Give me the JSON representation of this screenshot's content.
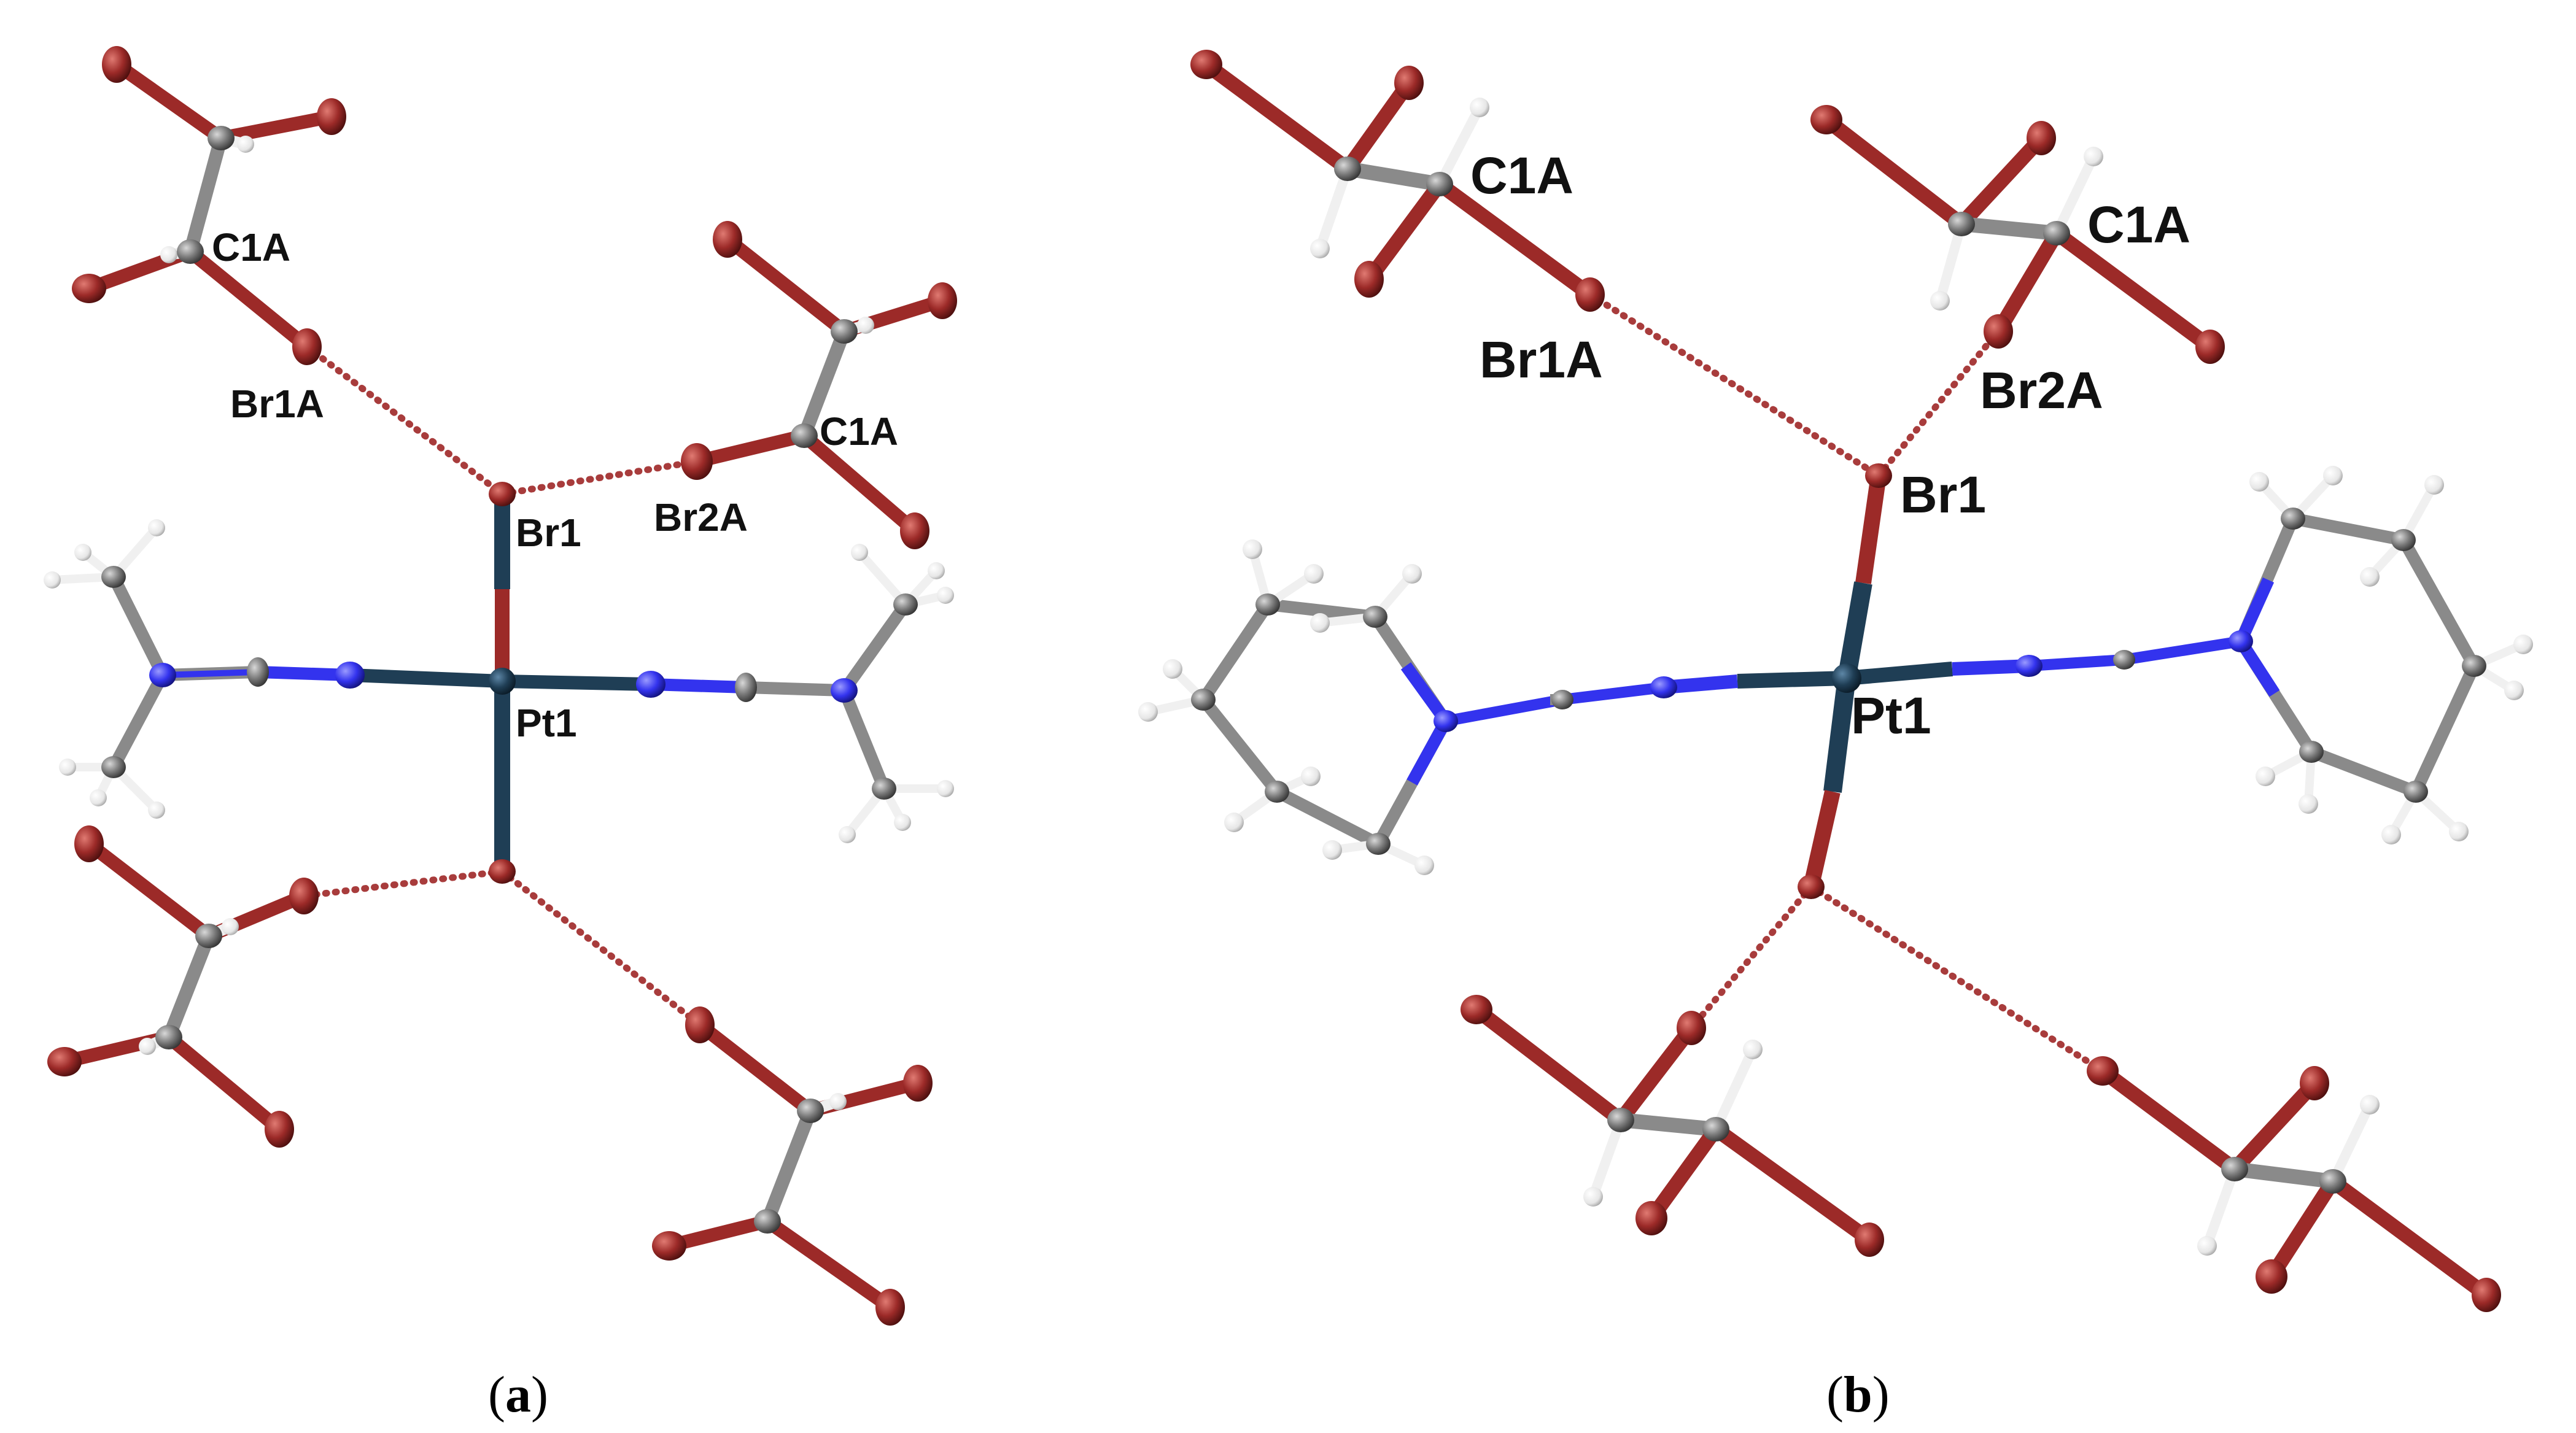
{
  "panels": [
    {
      "id": "a",
      "caption_letter": "a",
      "labels": {
        "c1a_top": "C1A",
        "br1a": "Br1A",
        "c1a_right": "C1A",
        "br1": "Br1",
        "br2a": "Br2A",
        "pt1": "Pt1"
      }
    },
    {
      "id": "b",
      "caption_letter": "b",
      "labels": {
        "c1a_left": "C1A",
        "c1a_right": "C1A",
        "br1a": "Br1A",
        "br2a": "Br2A",
        "br1": "Br1",
        "pt1": "Pt1"
      }
    }
  ],
  "colors": {
    "bromine": "#9c2a28",
    "carbon": "#777777",
    "nitrogen": "#3333ee",
    "hydrogen": "#f2f2f2",
    "platinum": "#1f3e55",
    "contact": "#a83c3c"
  }
}
